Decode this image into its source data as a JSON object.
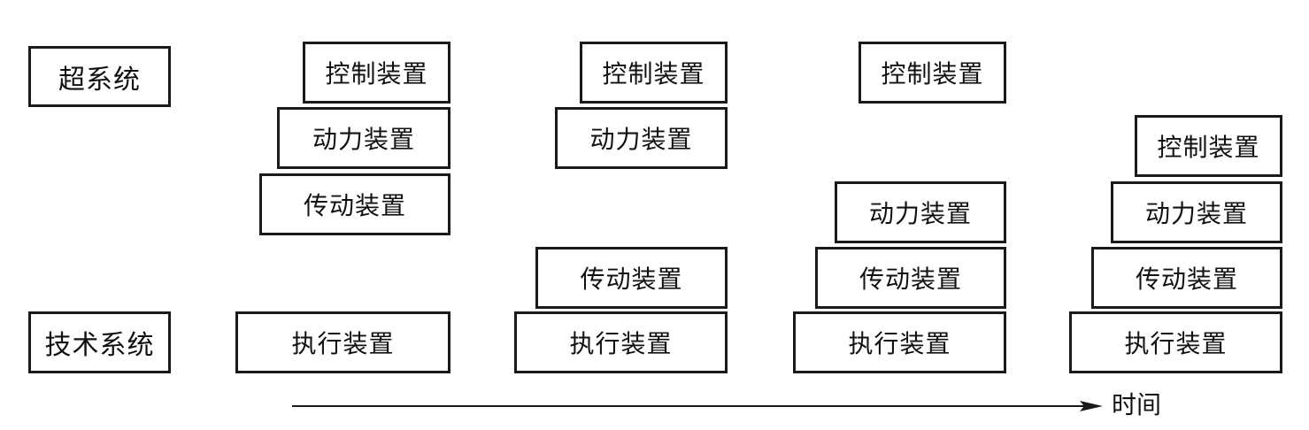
{
  "labels": {
    "super_system": "超系统",
    "technical_system": "技术系统",
    "time": "时间"
  },
  "stages": [
    {
      "control": "控制装置",
      "power": "动力装置",
      "transmission": "传动装置",
      "execution": "执行装置"
    },
    {
      "control": "控制装置",
      "power": "动力装置",
      "transmission": "传动装置",
      "execution": "执行装置"
    },
    {
      "control": "控制装置",
      "power": "动力装置",
      "transmission": "传动装置",
      "execution": "执行装置"
    },
    {
      "control": "控制装置",
      "power": "动力装置",
      "transmission": "传动装置",
      "execution": "执行装置"
    }
  ]
}
